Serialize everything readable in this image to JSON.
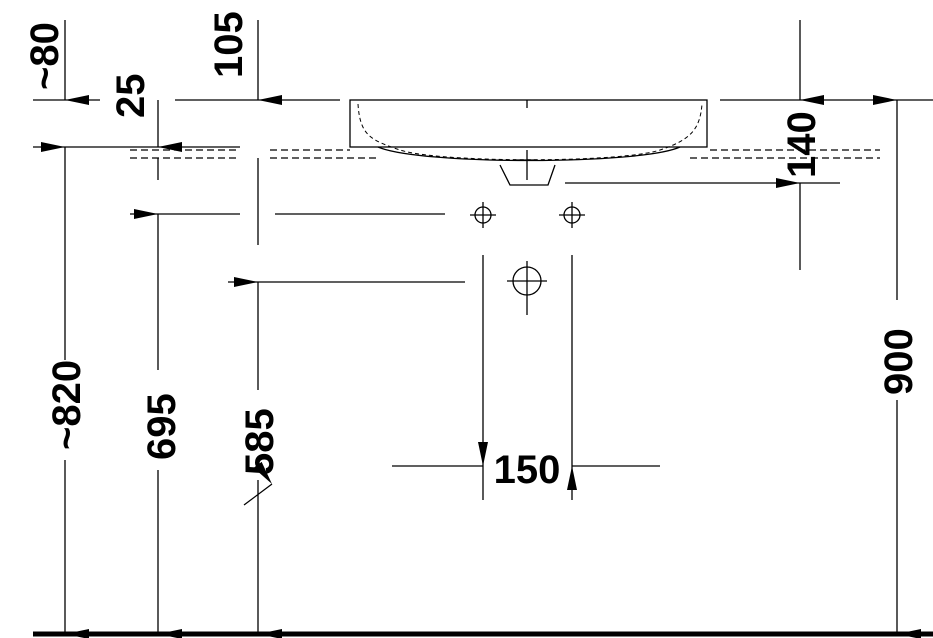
{
  "drawing": {
    "title": "Washbasin installation dimensions",
    "dimensions": {
      "top_clearance": "~80",
      "rim_offset": "105",
      "rim_thickness": "25",
      "bowl_depth": "140",
      "floor_to_top": "~820",
      "floor_to_tap_holes": "695",
      "floor_to_waste": "585",
      "floor_to_rim": "900",
      "waste_pipe_width": "150"
    },
    "colors": {
      "line": "#000000",
      "background": "#ffffff"
    }
  }
}
